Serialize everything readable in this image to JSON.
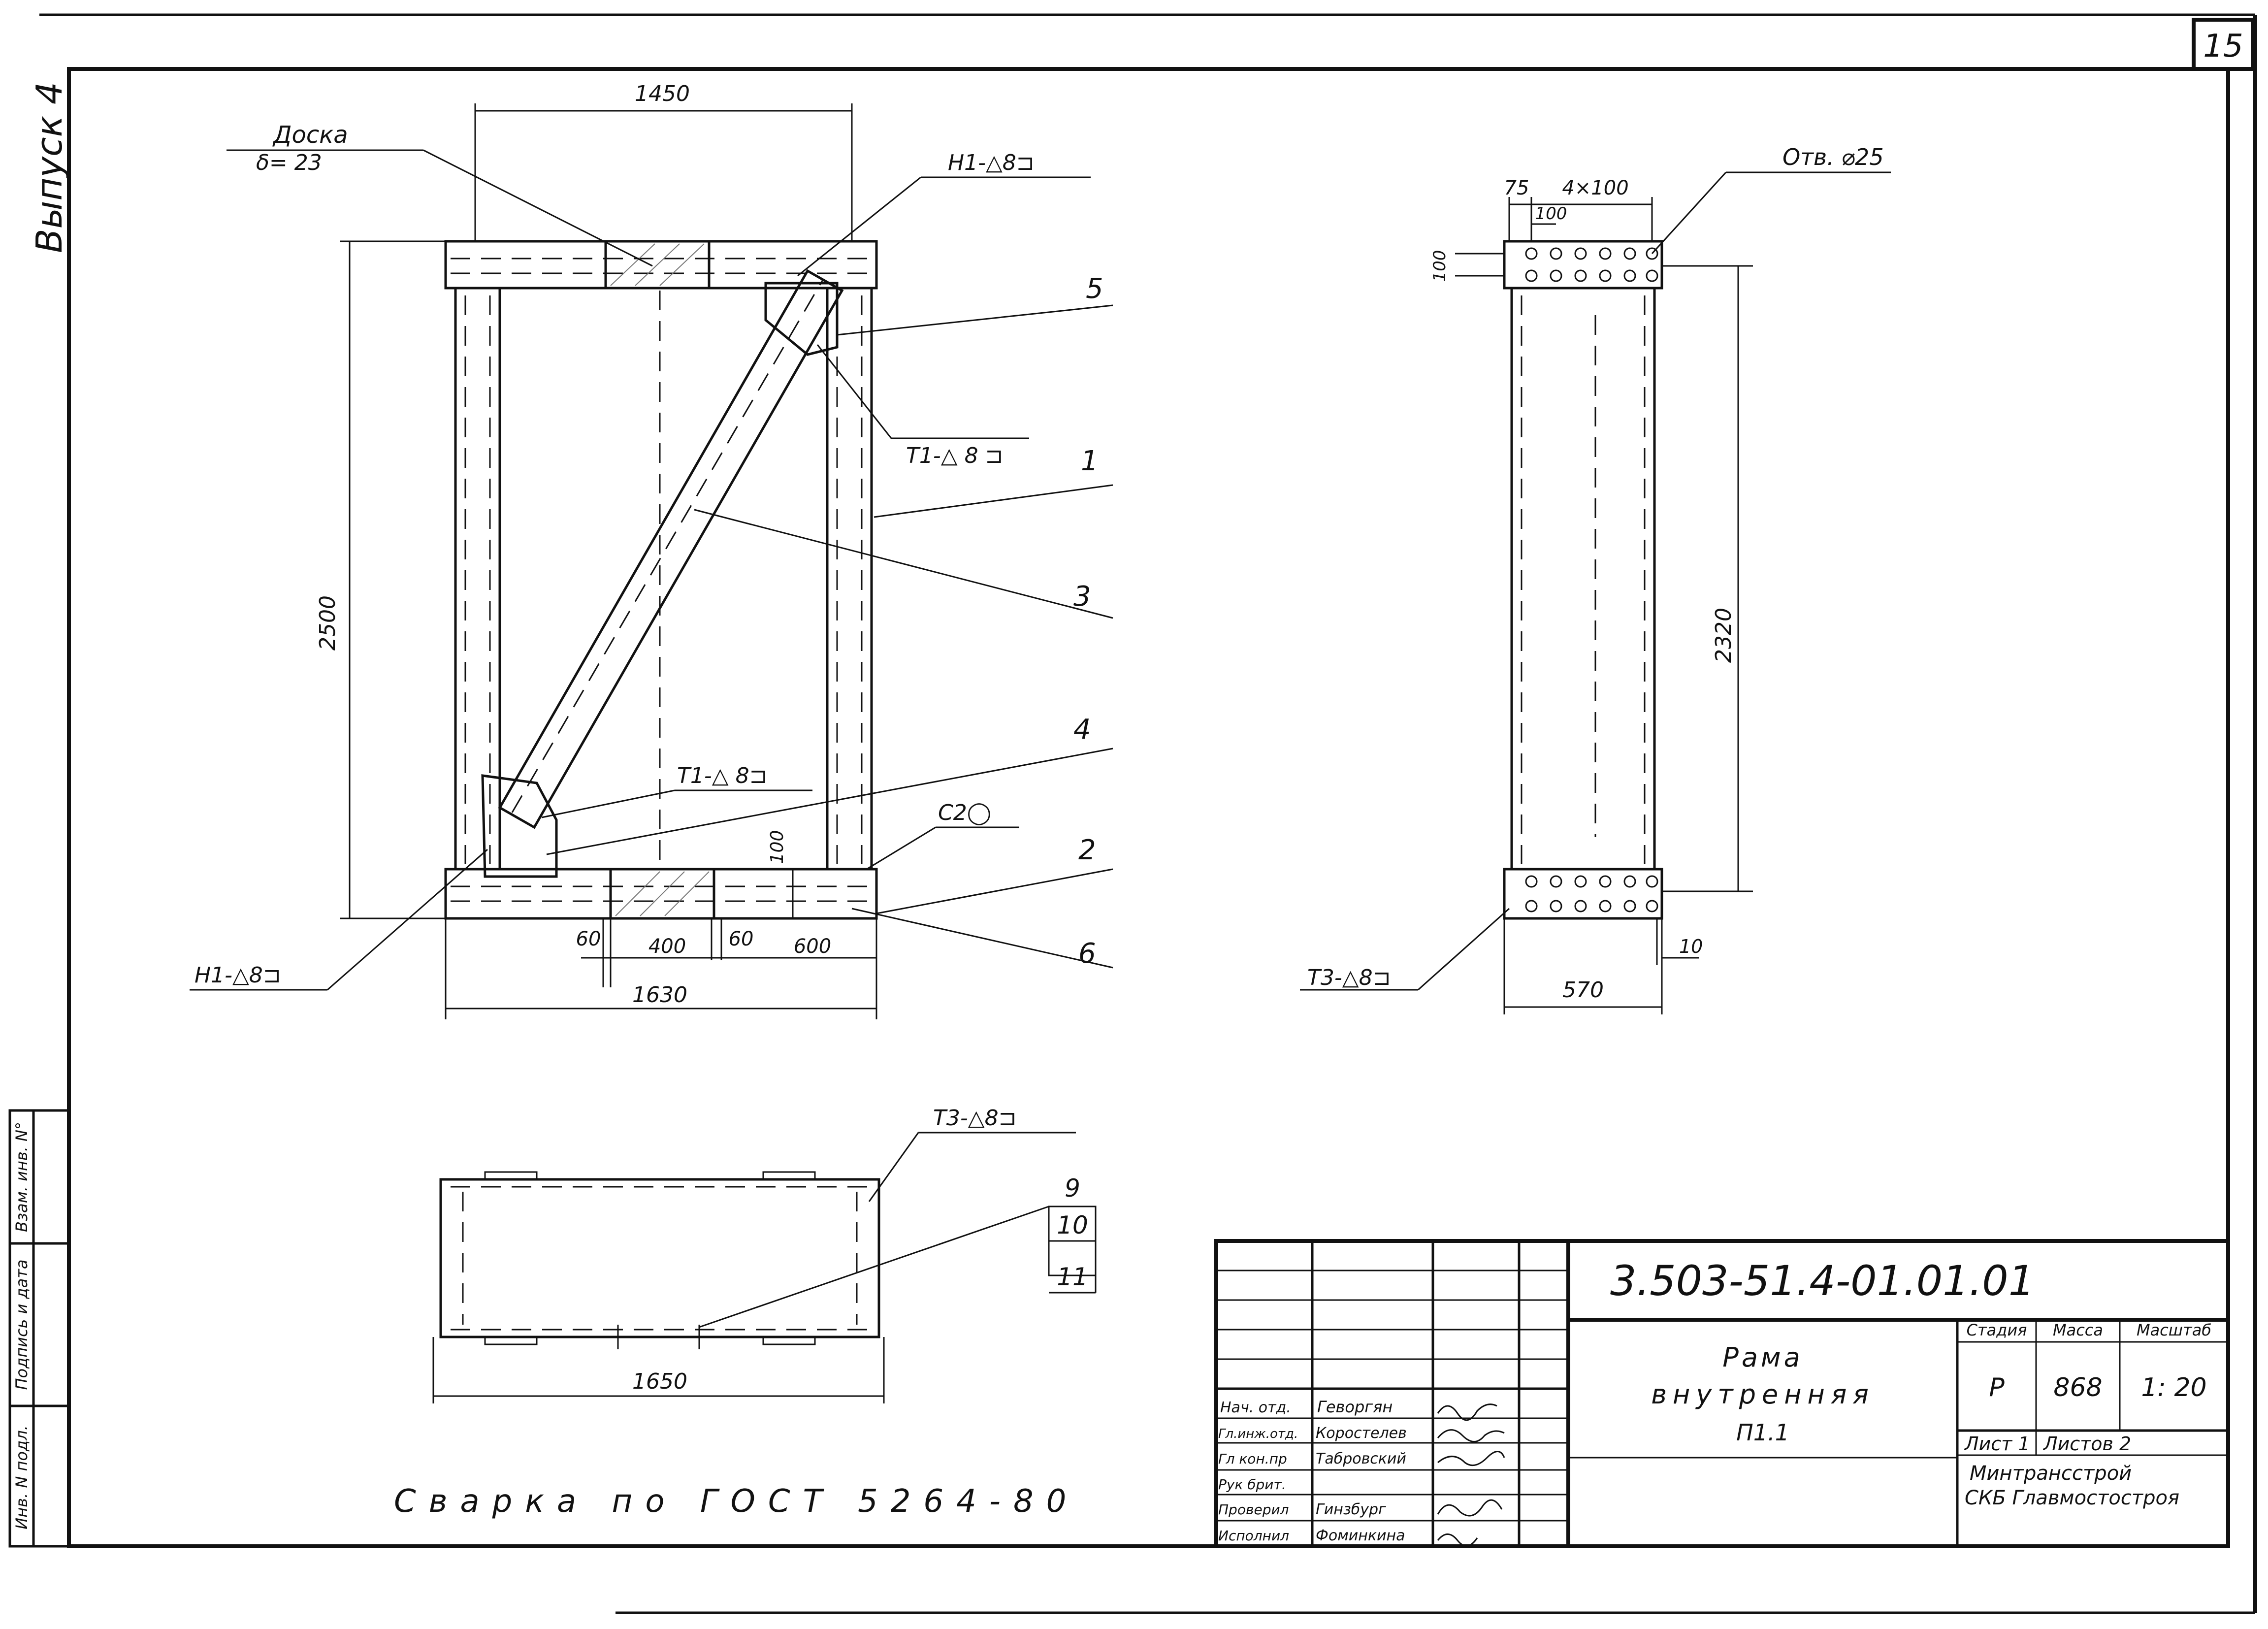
{
  "sheet": {
    "page_number": "15",
    "issue": "Выпуск 4",
    "side_stamp": [
      "Инв. N подл.",
      "Подпись и дата",
      "Взам. инв. N°"
    ]
  },
  "front_view": {
    "dimensions": {
      "top_width": "1450",
      "height": "2500",
      "d60_left": "60",
      "d400": "400",
      "d60_right": "60",
      "d600": "600",
      "overall_width": "1630",
      "d100": "100"
    },
    "labels": {
      "board_title": "Доска",
      "board_thickness": "δ= 23",
      "weld_h1_top": "Н1-△8⊐",
      "weld_t1_top": "Т1-△ 8 ⊐",
      "weld_t1_bottom": "Т1-△ 8⊐",
      "weld_c2": "С2◯",
      "weld_h1_bottom": "Н1-△8⊐"
    },
    "positions": [
      "5",
      "1",
      "3",
      "4",
      "2",
      "6"
    ]
  },
  "side_view": {
    "dimensions": {
      "d75": "75",
      "pitch": "4×100",
      "d100_top": "100",
      "d100_left": "100",
      "height": "2320",
      "width": "570",
      "d10": "10"
    },
    "labels": {
      "hole": "Отв. ⌀25",
      "weld_t3": "Т3-△8⊐"
    }
  },
  "plan_view": {
    "dimensions": {
      "width": "1650"
    },
    "labels": {
      "weld_t3": "Т3-△8⊐"
    },
    "positions": [
      "9",
      "10",
      "11"
    ]
  },
  "note": {
    "welding": "Сварка по ГОСТ 5264-80"
  },
  "title_block": {
    "designation": "3.503-51.4-01.01.01",
    "name_line1": "Рама",
    "name_line2": "внутренняя",
    "name_line3": "П1.1",
    "stage_header": "Стадия",
    "mass_header": "Масса",
    "scale_header": "Масштаб",
    "stage": "Р",
    "mass": "868",
    "scale": "1: 20",
    "sheet_label": "Лист 1",
    "sheets_label": "Листов 2",
    "org_line1": "Минтрансстрой",
    "org_line2": "СКБ Главмостостроя",
    "signatures": [
      {
        "role": "Нач. отд.",
        "name": "Геворгян"
      },
      {
        "role": "Гл.инж.отд.",
        "name": "Коростелев"
      },
      {
        "role": "Гл кон.пр",
        "name": "Табровский"
      },
      {
        "role": "Рук брит.",
        "name": ""
      },
      {
        "role": "Проверил",
        "name": "Гинзбург"
      },
      {
        "role": "Исполнил",
        "name": "Фоминкина"
      }
    ]
  }
}
